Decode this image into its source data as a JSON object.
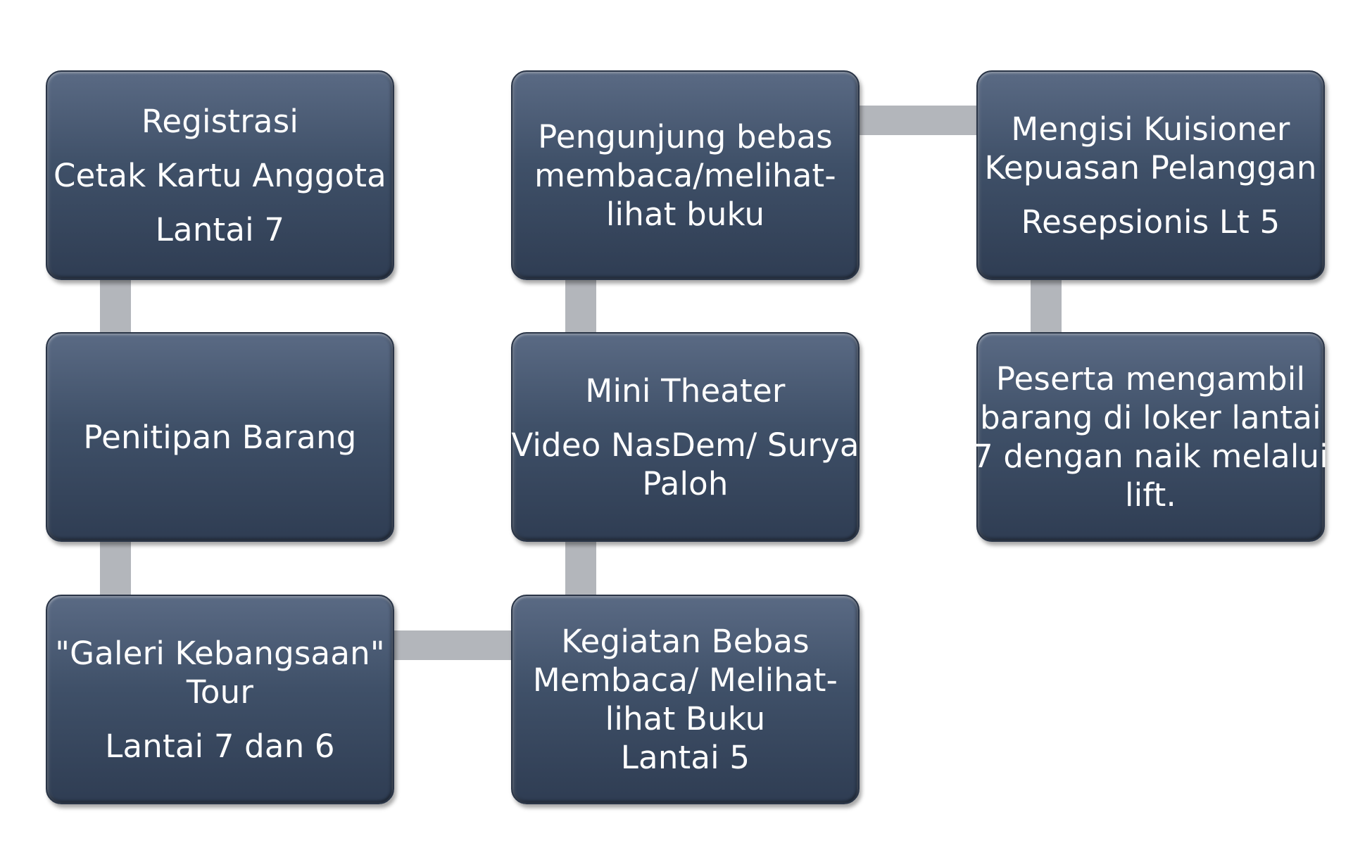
{
  "boxes": {
    "registrasi": {
      "line1": "Registrasi",
      "line2": "Cetak Kartu Anggota",
      "line3": "Lantai 7"
    },
    "penitipan": {
      "line1": "Penitipan Barang"
    },
    "galeri": {
      "line1": "\"Galeri Kebangsaan\"",
      "line2": "Tour",
      "line3": "Lantai 7 dan 6"
    },
    "kegiatan": {
      "line1": "Kegiatan Bebas",
      "line2": "Membaca/ Melihat-",
      "line3": "lihat Buku",
      "line4": "Lantai 5"
    },
    "mini_theater": {
      "line1": "Mini Theater",
      "line2": "Video NasDem/ Surya",
      "line3": "Paloh"
    },
    "pengunjung": {
      "line1": "Pengunjung bebas",
      "line2": "membaca/melihat-",
      "line3": "lihat buku"
    },
    "kuisioner": {
      "line1": "Mengisi Kuisioner",
      "line2": "Kepuasan Pelanggan",
      "line3": "Resepsionis Lt 5"
    },
    "peserta": {
      "line1": "Peserta mengambil",
      "line2": "barang di loker lantai",
      "line3": "7 dengan naik melalui",
      "line4": "lift."
    }
  },
  "colors": {
    "box_top": "#5a6a84",
    "box_bottom": "#2f3d53",
    "connector": "#b3b6bb",
    "text": "#ffffff"
  }
}
